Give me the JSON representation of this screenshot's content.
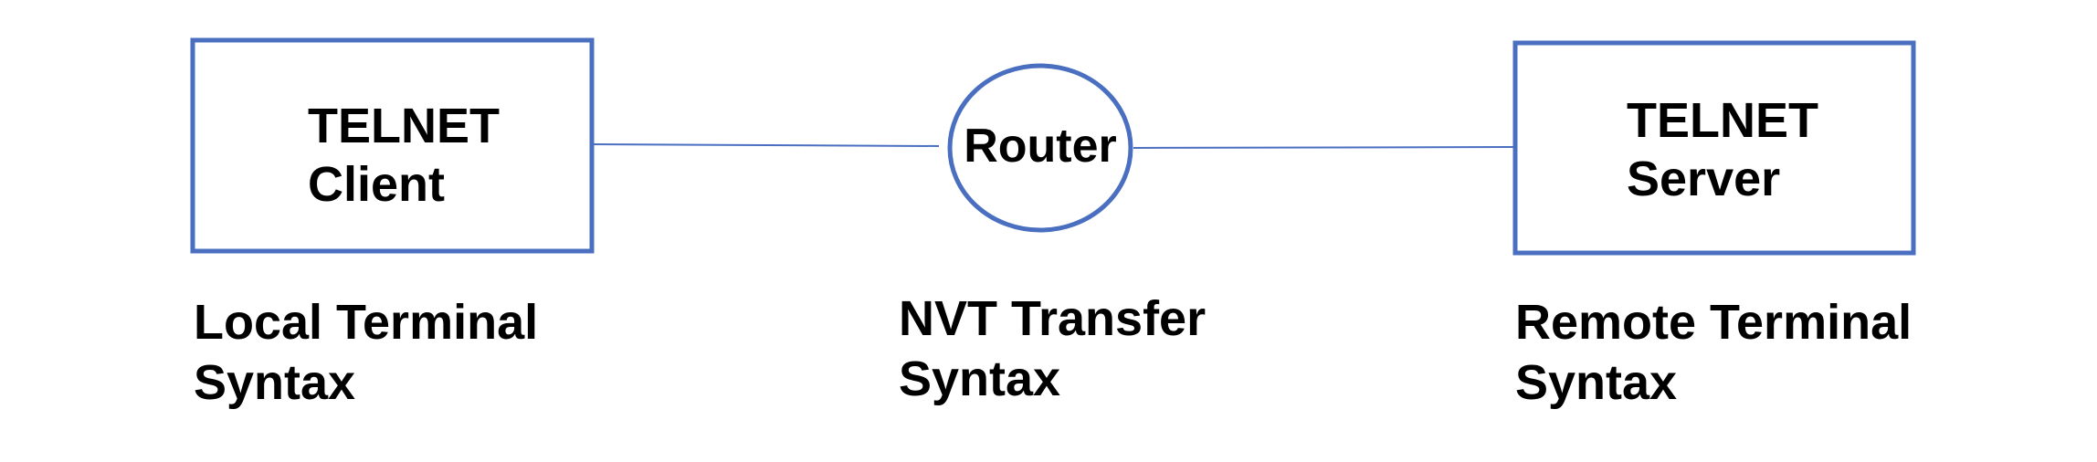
{
  "colors": {
    "stroke": "#4A6FC0",
    "text": "#000000",
    "background": "#FFFFFF"
  },
  "client": {
    "line1": "TELNET",
    "line2": "Client",
    "caption_line1": "Local Terminal",
    "caption_line2": "Syntax"
  },
  "router": {
    "label": "Router",
    "caption_line1": "NVT Transfer",
    "caption_line2": "Syntax"
  },
  "server": {
    "line1": "TELNET",
    "line2": "Server",
    "caption_line1": "Remote Terminal",
    "caption_line2": "Syntax"
  }
}
